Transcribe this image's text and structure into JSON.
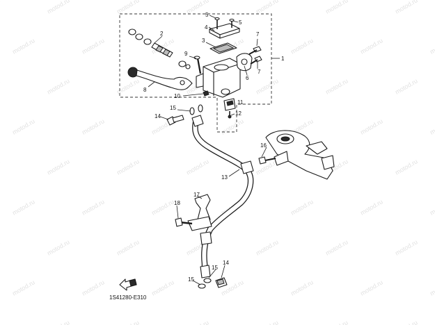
{
  "watermark": "motod.ru",
  "diagram_code": "1S41280-E310",
  "colors": {
    "line": "#1a1a1a",
    "watermark": "#e2e2e2",
    "background": "#ffffff"
  },
  "callouts": {
    "c1": "1",
    "c2": "2",
    "c3": "3",
    "c4": "4",
    "c5a": "5",
    "c5b": "5",
    "c6": "6",
    "c7a": "7",
    "c7b": "7",
    "c8": "8",
    "c9": "9",
    "c10": "10",
    "c11": "11",
    "c12": "12",
    "c13": "13",
    "c14a": "14",
    "c14b": "14",
    "c15a": "15",
    "c15b": "15",
    "c15c": "15",
    "c16": "16",
    "c17": "17",
    "c18": "18"
  }
}
